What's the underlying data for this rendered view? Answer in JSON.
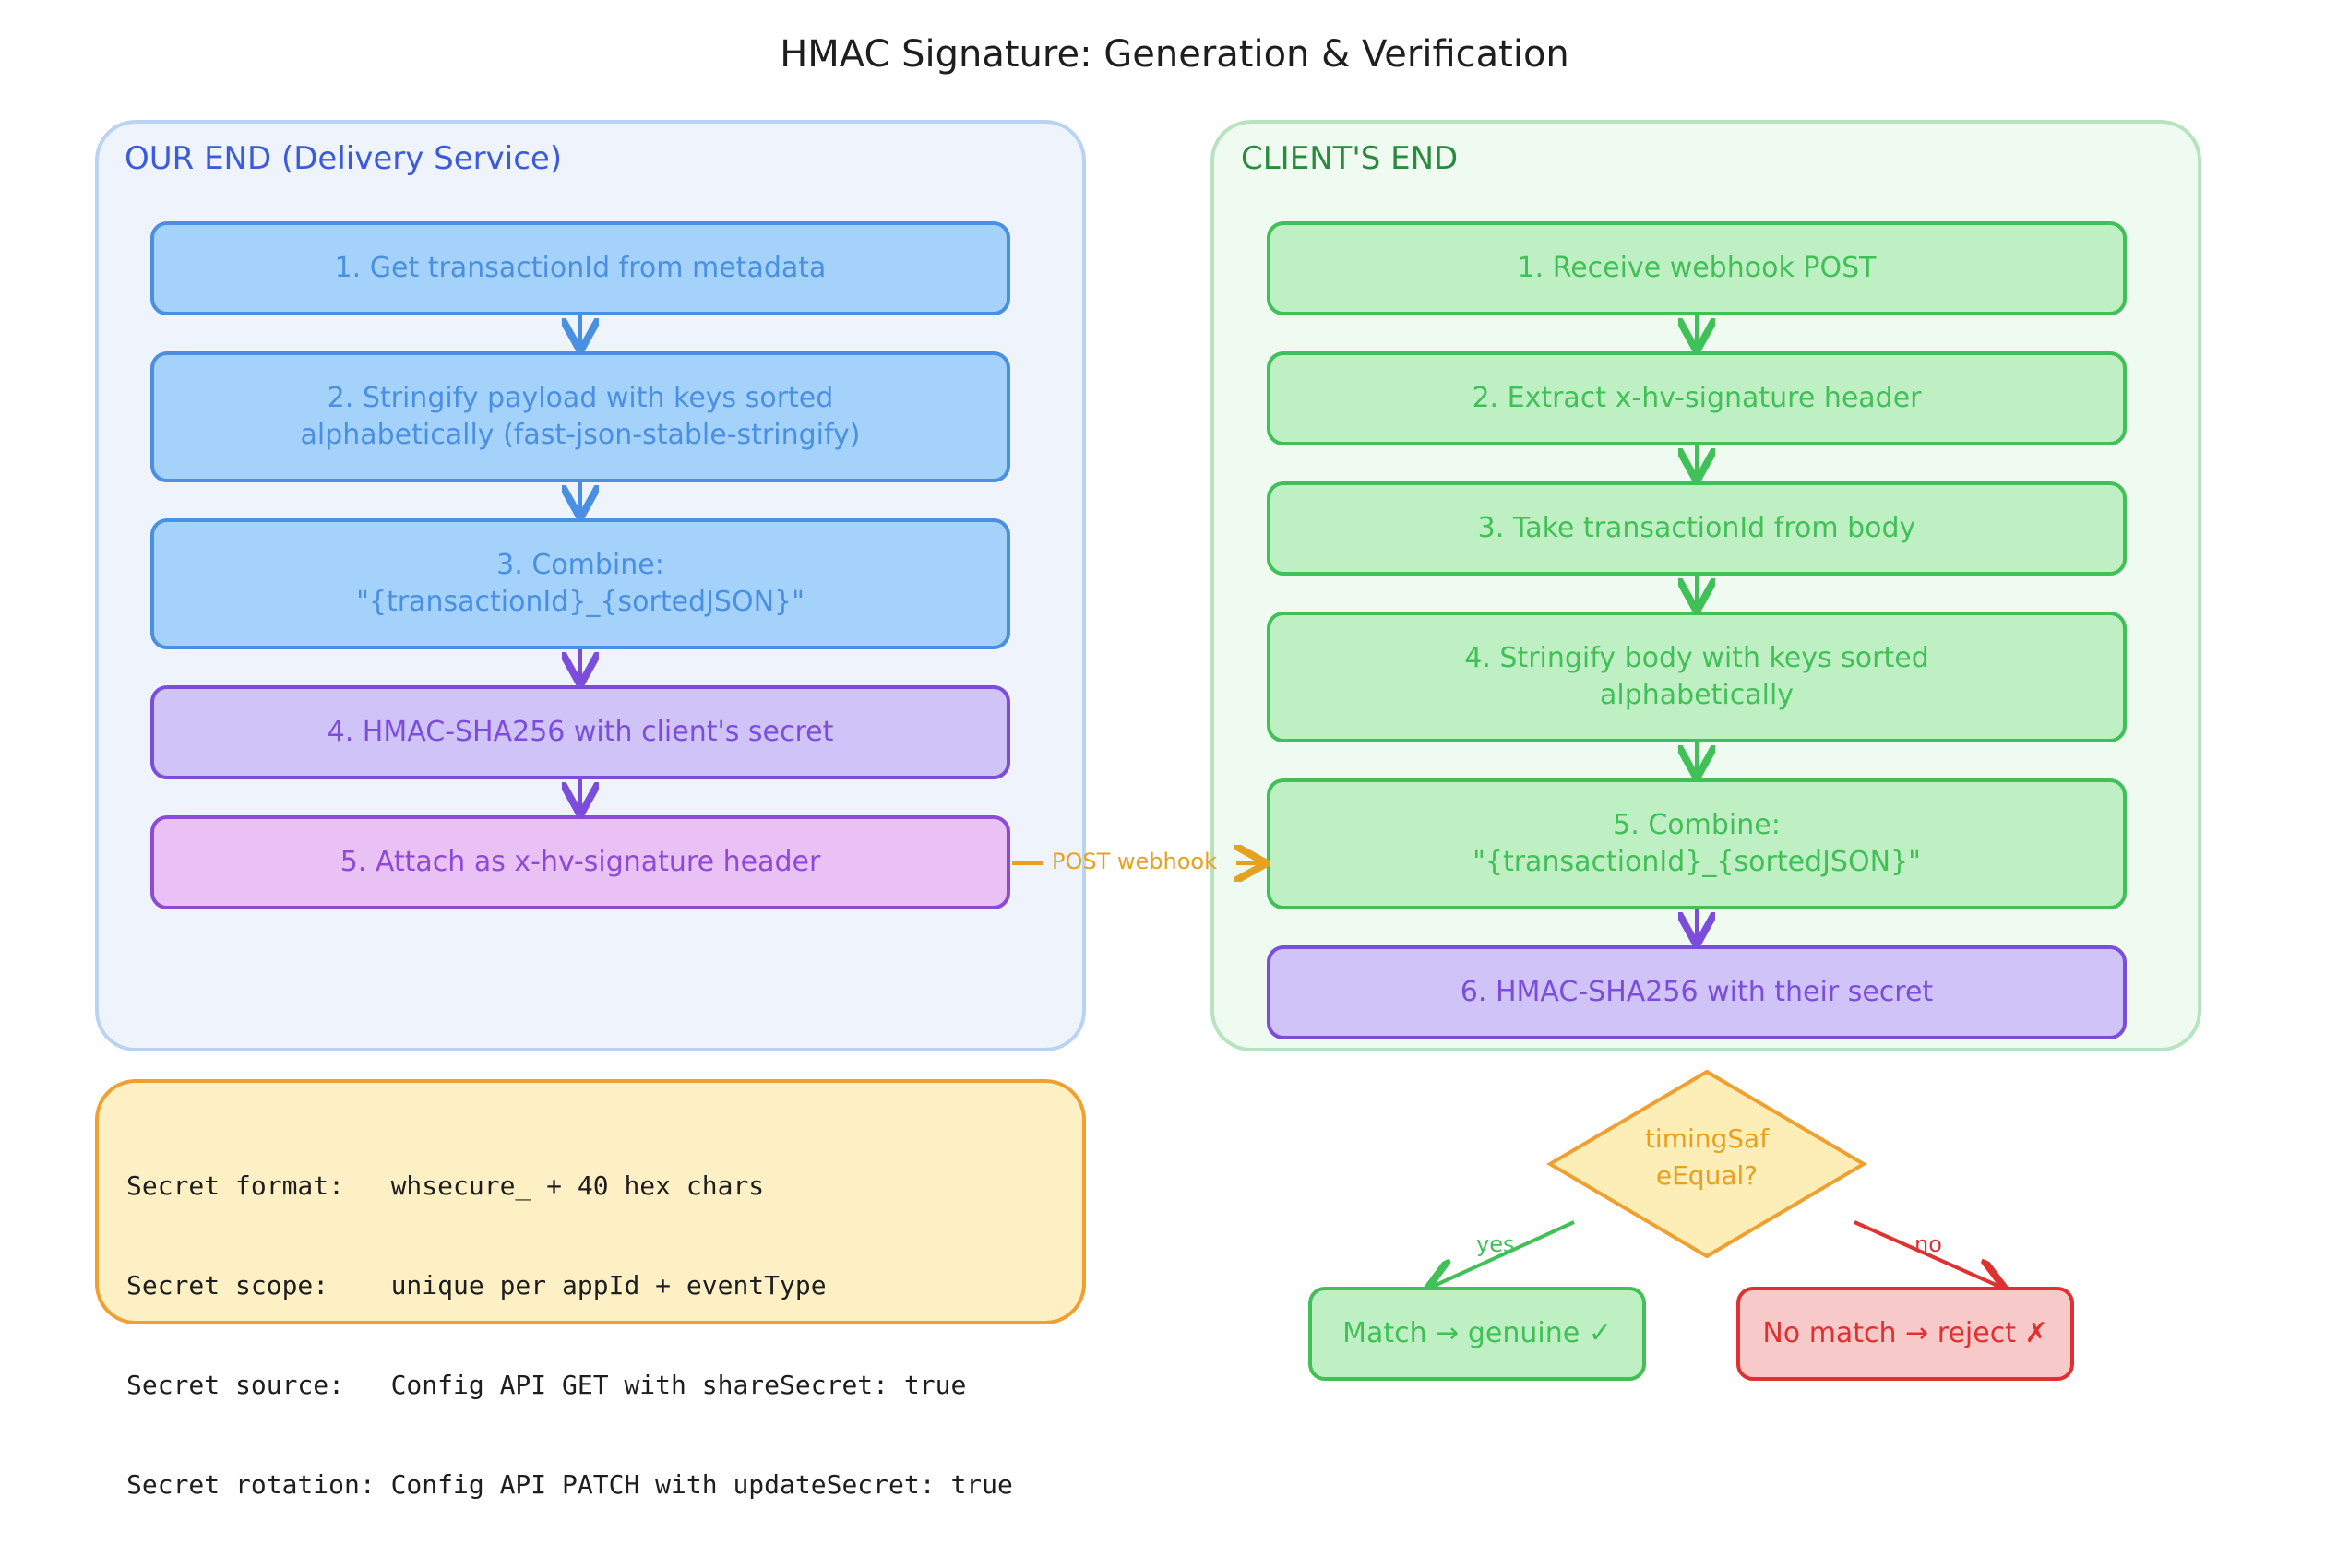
{
  "title": "HMAC Signature: Generation & Verification",
  "our_end": {
    "title": "OUR END (Delivery Service)",
    "steps": [
      "1. Get transactionId from metadata",
      "2. Stringify payload with keys sorted\nalphabetically (fast-json-stable-stringify)",
      "3. Combine:\n\"{transactionId}_{sortedJSON}\"",
      "4. HMAC-SHA256 with client's secret",
      "5. Attach as x-hv-signature header"
    ]
  },
  "client_end": {
    "title": "CLIENT'S END",
    "steps": [
      "1. Receive webhook POST",
      "2. Extract x-hv-signature header",
      "3. Take transactionId from body",
      "4. Stringify body with keys sorted\nalphabetically",
      "5. Combine:\n\"{transactionId}_{sortedJSON}\"",
      "6. HMAC-SHA256 with their secret"
    ]
  },
  "connector_label": "POST webhook",
  "decision": {
    "label": "timingSaf\neEqual?",
    "yes_label": "yes",
    "no_label": "no",
    "match": "Match → genuine ✓",
    "no_match": "No match → reject ✗"
  },
  "notes": [
    "Secret format:   whsecure_ + 40 hex chars",
    "Secret scope:    unique per appId + eventType",
    "Secret source:   Config API GET with shareSecret: true",
    "Secret rotation: Config API PATCH with updateSecret: true"
  ],
  "colors": {
    "blue": "#4a90e2",
    "violet": "#7c4ddb",
    "green": "#40c057",
    "red": "#e03131",
    "orange": "#e8a020"
  }
}
